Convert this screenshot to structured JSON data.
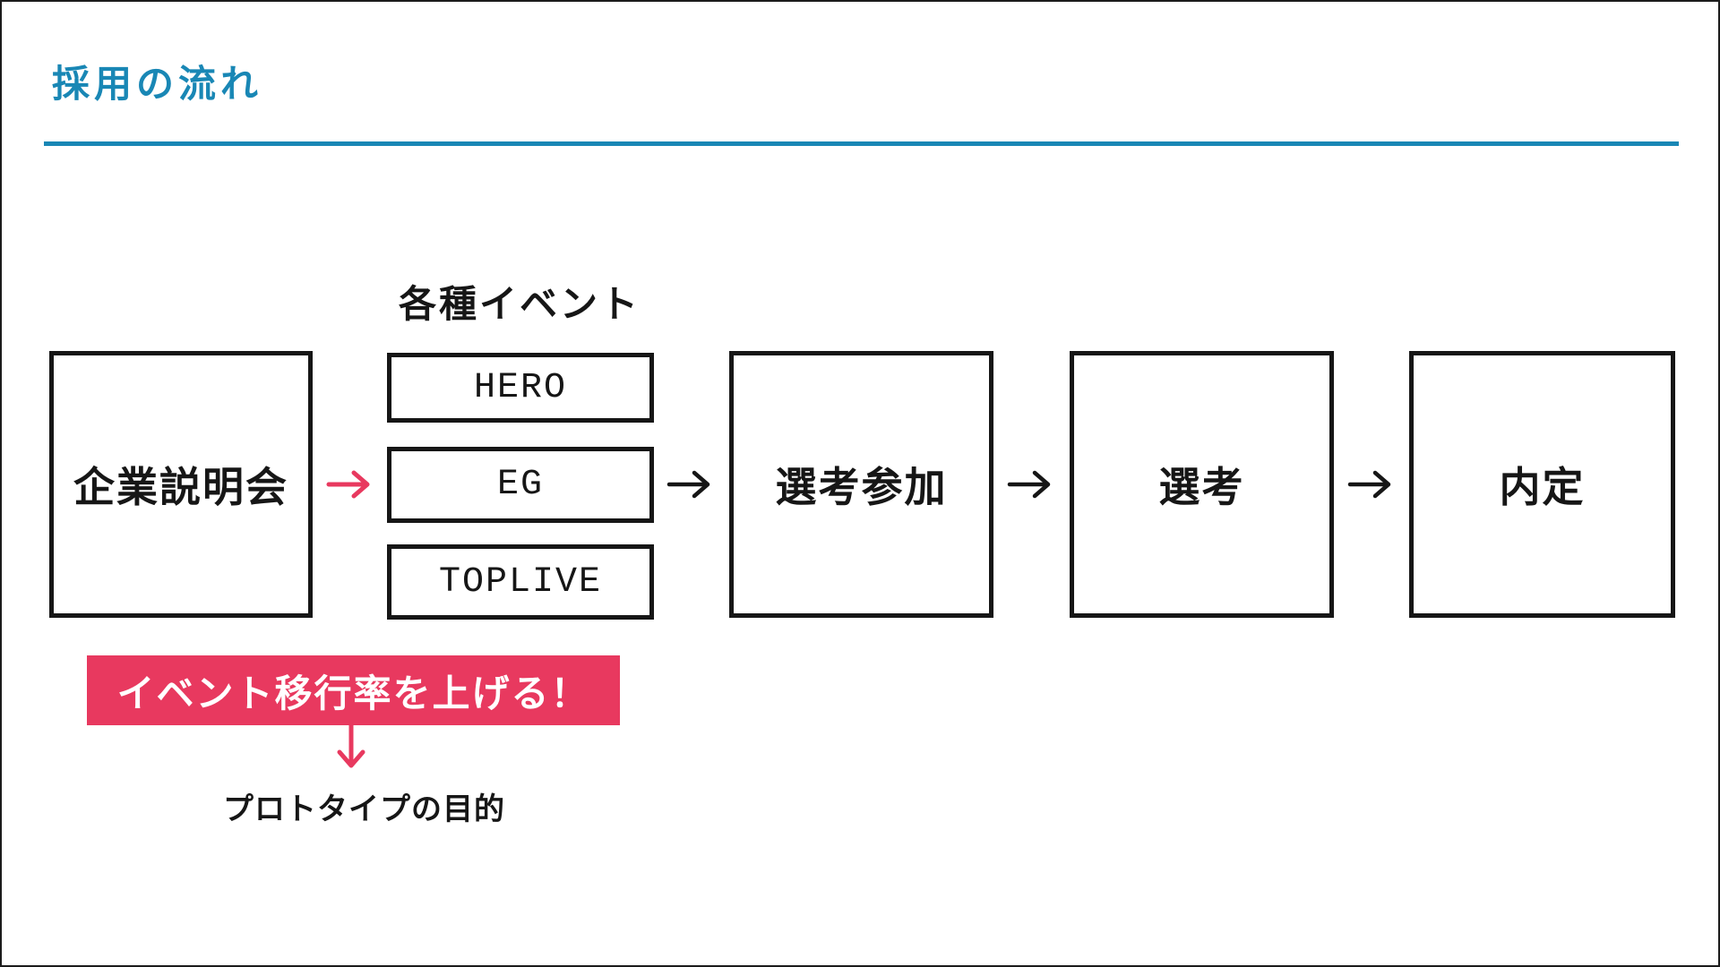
{
  "slide": {
    "title": "採用の流れ",
    "colors": {
      "accent_blue": "#1987b5",
      "accent_pink": "#e8395f",
      "ink": "#161616"
    }
  },
  "flow": {
    "events_label": "各種イベント",
    "event_options": [
      "HERO",
      "EG",
      "TOPLIVE"
    ],
    "steps": {
      "company_info_session": "企業説明会",
      "selection_entry": "選考参加",
      "selection": "選考",
      "job_offer": "内定"
    }
  },
  "annotation": {
    "banner": "イベント移行率を上げる！",
    "caption": "プロトタイプの目的"
  }
}
